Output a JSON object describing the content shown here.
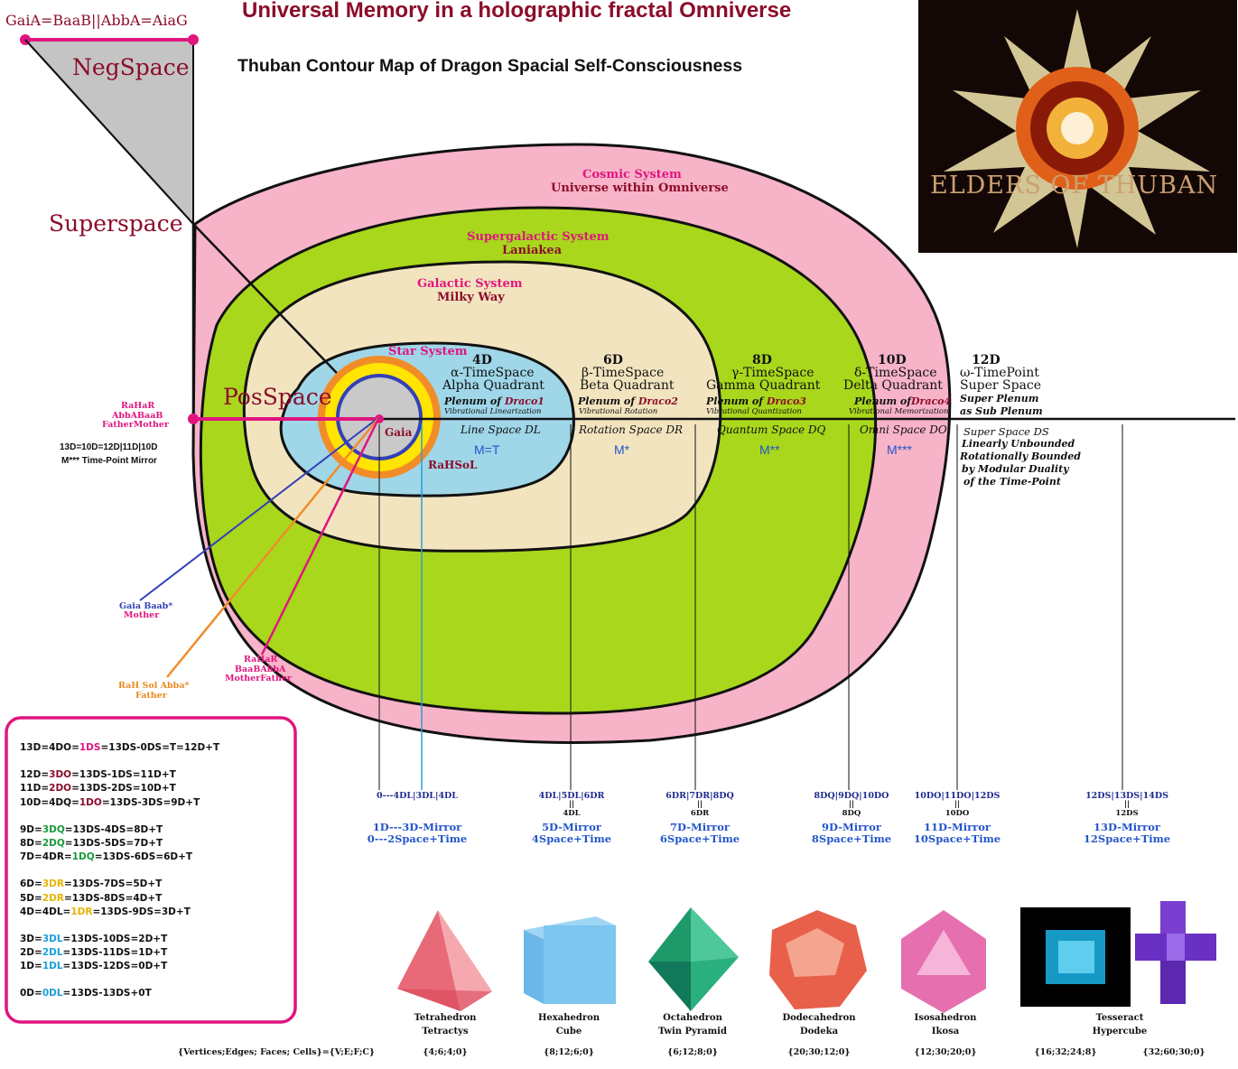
{
  "header": {
    "title": "Universal Memory in a holographic fractal Omniverse",
    "subtitle": "Thuban Contour Map of Dragon Spacial Self-Consciousness",
    "gaia_formula": "GaiA=BaaB||AbbA=AiaG"
  },
  "logo": {
    "text": "ELDERS OF THUBAN"
  },
  "spaces": {
    "negspace": "NegSpace",
    "superspace": "Superspace",
    "posspace": "PosSpace"
  },
  "systems": {
    "cosmic": [
      "Cosmic System",
      "Universe within Omniverse"
    ],
    "supergalactic": [
      "Supergalactic System",
      "Laniakea"
    ],
    "galactic": [
      "Galactic System",
      "Milky Way"
    ],
    "star": "Star System",
    "gaia": "Gaia",
    "rahsol": "RaHSoL"
  },
  "quadrants": [
    {
      "dim": "4D",
      "name1": "α-TimeSpace",
      "name2": "Alpha Quadrant",
      "plenum": "Plenum of ",
      "draco": "Draco1",
      "vib": "Vibrational Linearization",
      "space": "Line Space DL",
      "m": "M=T"
    },
    {
      "dim": "6D",
      "name1": "β-TimeSpace",
      "name2": "Beta Quadrant",
      "plenum": "Plenum of ",
      "draco": "Draco2",
      "vib": "Vibrational Rotation",
      "space": "Rotation Space DR",
      "m": "M*"
    },
    {
      "dim": "8D",
      "name1": "γ-TimeSpace",
      "name2": "Gamma Quadrant",
      "plenum": "Plenum of ",
      "draco": "Draco3",
      "vib": "Vibrational Quantization",
      "space": "Quantum Space DQ",
      "m": "M**"
    },
    {
      "dim": "10D",
      "name1": "δ-TimeSpace",
      "name2": "Delta Quadrant",
      "plenum": "Plenum of",
      "draco": "Draco4",
      "vib": "Vibrational Memorization",
      "space": "Omni Space DO",
      "m": "M***"
    }
  ],
  "twelve": {
    "dim": "12D",
    "name1": "ω-TimePoint",
    "name2": "Super Space",
    "plenum1": "Super Plenum",
    "plenum2": "as Sub Plenum",
    "space": "Super Space DS",
    "desc": [
      "Linearly Unbounded",
      "Rotationally Bounded",
      "by Modular Duality",
      "of the Time-Point"
    ]
  },
  "left_labels": {
    "rahar": [
      "RaHaR",
      "AbbABaaB",
      "FatherMother"
    ],
    "mirror": [
      "13D=10D=12D|11D|10D",
      "M*** Time-Point Mirror"
    ],
    "gaia_baab": [
      "Gaia Baab*",
      "Mother"
    ],
    "rah_sol": [
      "RaH Sol Abba*",
      "Father"
    ],
    "rahar2": [
      "RaHaR",
      "BaaBAbbA",
      "MotherFather"
    ]
  },
  "axis_labels": [
    {
      "top": "0---4DL|3DL|4DL",
      "mid": [],
      "l1": "1D---3D-Mirror",
      "l2": "0---2Space+Time"
    },
    {
      "top": "4DL|5DL|6DR",
      "mid": [
        "||",
        "4DL"
      ],
      "l1": "5D-Mirror",
      "l2": "4Space+Time"
    },
    {
      "top": "6DR|7DR|8DQ",
      "mid": [
        "||",
        "6DR"
      ],
      "l1": "7D-Mirror",
      "l2": "6Space+Time"
    },
    {
      "top": "8DQ|9DQ|10DO",
      "mid": [
        "||",
        "8DQ"
      ],
      "l1": "9D-Mirror",
      "l2": "8Space+Time"
    },
    {
      "top": "10DO|11DO|12DS",
      "mid": [
        "||",
        "10DO"
      ],
      "l1": "11D-Mirror",
      "l2": "10Space+Time"
    },
    {
      "top": "12DS|13DS|14DS",
      "mid": [
        "||",
        "12DS"
      ],
      "l1": "13D-Mirror",
      "l2": "12Space+Time"
    }
  ],
  "formulas": [
    [
      "13D=4DO=",
      "1DS",
      "=13DS-0DS=T=12D+T"
    ],
    null,
    [
      "12D=",
      "3DO",
      "=13DS-1DS=11D+T"
    ],
    [
      "11D=",
      "2DO",
      "=13DS-2DS=10D+T"
    ],
    [
      "10D=4DQ=",
      "1DO",
      "=13DS-3DS=9D+T"
    ],
    null,
    [
      "9D=",
      "3DQ",
      "=13DS-4DS=8D+T"
    ],
    [
      "8D=",
      "2DQ",
      "=13DS-5DS=7D+T"
    ],
    [
      "7D=4DR=",
      "1DQ",
      "=13DS-6DS=6D+T"
    ],
    null,
    [
      "6D=",
      "3DR",
      "=13DS-7DS=5D+T"
    ],
    [
      "5D=",
      "2DR",
      "=13DS-8DS=4D+T"
    ],
    [
      "4D=4DL=",
      "1DR",
      "=13DS-9DS=3D+T"
    ],
    null,
    [
      "3D=",
      "3DL",
      "=13DS-10DS=2D+T"
    ],
    [
      "2D=",
      "2DL",
      "=13DS-11DS=1D+T"
    ],
    [
      "1D=",
      "1DL",
      "=13DS-12DS=0D+T"
    ],
    null,
    [
      "0D=",
      "0DL",
      "=13DS-13DS+0T"
    ]
  ],
  "formula_colors": [
    "#e0157f",
    "#8b0d2a",
    "#1a9a3c",
    "#e6b400",
    "#1aa0d8"
  ],
  "solids_caption": "{Vertices;Edges; Faces; Cells}={V;E;F;C}",
  "solids": [
    {
      "name": "Tetrahedron",
      "alt": "Tetractys",
      "counts": "{4;6;4;0}"
    },
    {
      "name": "Hexahedron",
      "alt": "Cube",
      "counts": "{8;12;6;0}"
    },
    {
      "name": "Octahedron",
      "alt": "Twin Pyramid",
      "counts": "{6;12;8;0}"
    },
    {
      "name": "Dodecahedron",
      "alt": "Dodeka",
      "counts": "{20;30;12;0}"
    },
    {
      "name": "Isosahedron",
      "alt": "Ikosa",
      "counts": "{12;30;20;0}"
    },
    {
      "name": "Tesseract",
      "alt": "Hypercube",
      "counts": "{16;32;24;8}",
      "counts2": "{32;60;30;0}"
    }
  ],
  "colors": {
    "cosmic": "#f7b3c8",
    "supergalactic": "#a8d71c",
    "galactic": "#f2e4bf",
    "star": "#9fd6e8",
    "superspace": "#a9dceb",
    "negspace": "#c4c4c4",
    "pink": "#e0157f",
    "maroon": "#8b0d2a"
  }
}
